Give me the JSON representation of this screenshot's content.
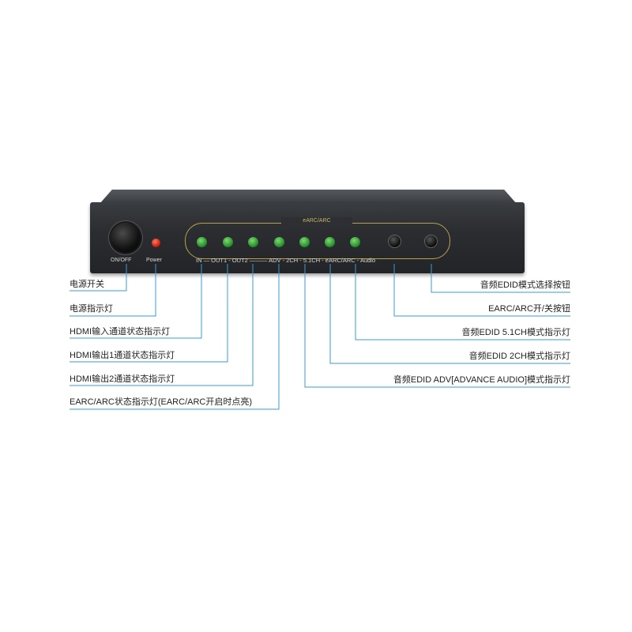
{
  "device": {
    "panel_title": "eARC/ARC",
    "on_off_label": "ON/OFF",
    "power_label": "Power",
    "led_labels": "IN — OUT1 - OUT2 ——— ADV - 2CH - 5.1CH - eARC/ARC - Audio"
  },
  "callouts_left": [
    "电源开关",
    "电源指示灯",
    "HDMI输入通道状态指示灯",
    "HDMI输出1通道状态指示灯",
    "HDMI输出2通道状态指示灯",
    "EARC/ARC状态指示灯(EARC/ARC开启时点亮)"
  ],
  "callouts_right": [
    "音频EDID模式选择按钮",
    "EARC/ARC开/关按钮",
    "音频EDID 5.1CH模式指示灯",
    "音频EDID 2CH模式指示灯",
    "音频EDID ADV[ADVANCE AUDIO]模式指示灯"
  ],
  "colors": {
    "line": "#3a9bd4",
    "led_green": "#2fa03a",
    "led_red": "#d0200f",
    "panel_border": "#b8a24e"
  }
}
